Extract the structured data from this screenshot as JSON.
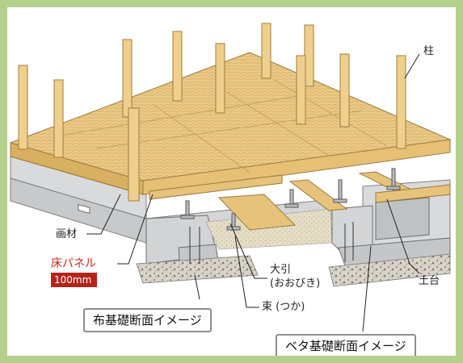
{
  "labels": {
    "pillar": "柱",
    "gasai": "画材",
    "floor_panel": "床パネル",
    "floor_panel_thickness": "100mm",
    "ohiki": "大引",
    "ohiki_reading": "(おおびき)",
    "tsuka": "束 (つか)",
    "dodai": "土台",
    "nuno_kiso": "布基礎断面イメージ",
    "beta_kiso": "ベタ基礎断面イメージ"
  },
  "colors": {
    "frame_green": "#b5cf8d",
    "accent_red": "#b3241c",
    "wood": "#e8c47a",
    "concrete": "#d9dadb"
  }
}
